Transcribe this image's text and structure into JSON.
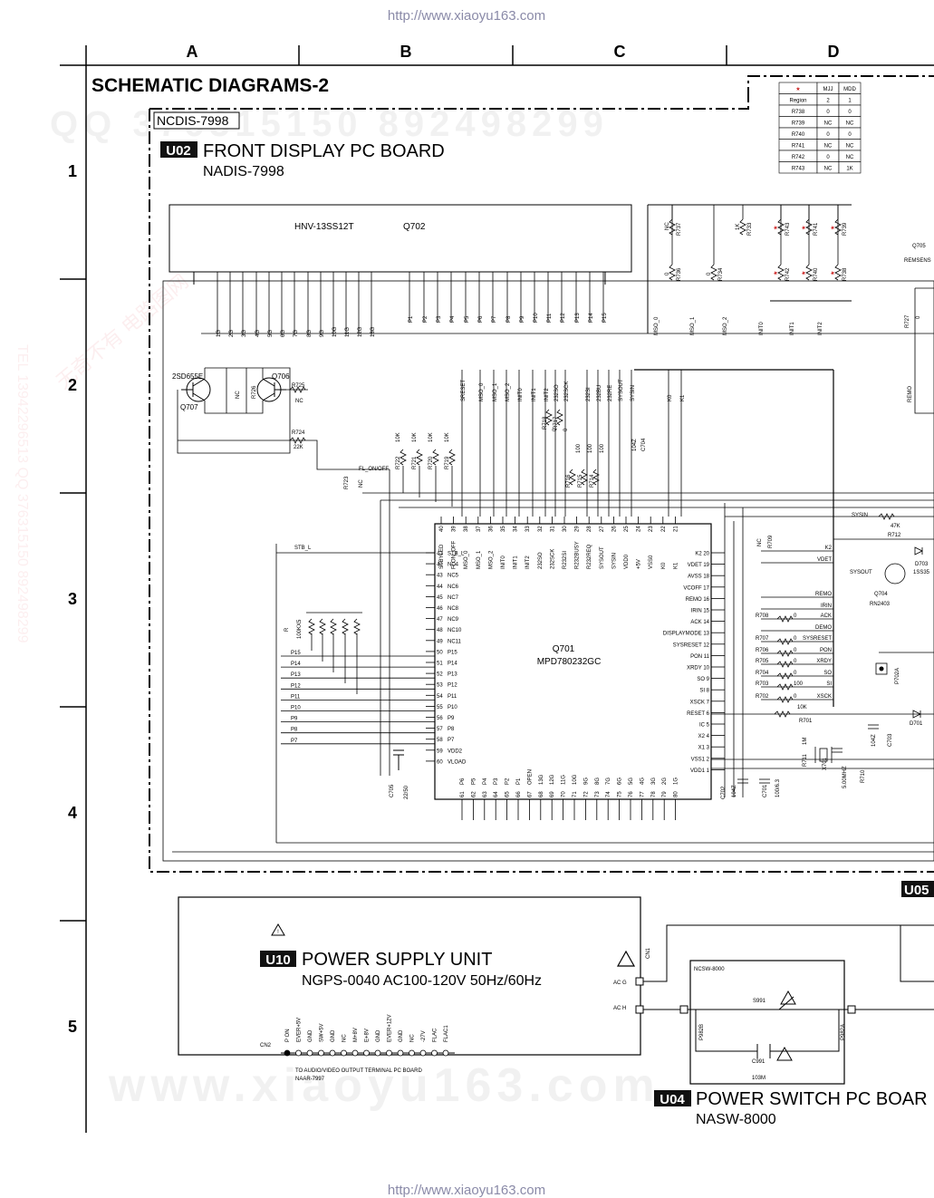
{
  "watermark": {
    "url_top": "http://www.xiaoyu163.com",
    "url_bottom": "http://www.xiaoyu163.com",
    "bg_qq": "QQ 376315150 892498299",
    "bg_domain": "www.xiaoyu163.com",
    "bg_chinese": "无奇不有 电路图网",
    "bg_tel": "TEL 13942296513 QQ 376315150 892498299"
  },
  "grid": {
    "columns": [
      "A",
      "B",
      "C",
      "D"
    ],
    "rows": [
      "1",
      "2",
      "3",
      "4",
      "5"
    ]
  },
  "header": {
    "title": "SCHEMATIC DIAGRAMS-2"
  },
  "front_board": {
    "tag": "NCDIS-7998",
    "badge": "U02",
    "name": "FRONT DISPLAY PC BOARD",
    "model": "NADIS-7998",
    "vfd_name": "HNV-13SS12T",
    "vfd_ref": "Q702",
    "ic_ref": "Q701",
    "ic_name": "MPD780232GC",
    "transistor_q707_ref": "Q707",
    "transistor_q707_type": "2SD655E",
    "transistor_q706": "Q706",
    "q705": "Q705",
    "remsens": "REMSENS",
    "q704": "Q704",
    "rn2403": "RN2403",
    "d703": "D703",
    "d703_type": "1SS35",
    "d701": "D701",
    "p702a": "P702A",
    "fl_on_off": "FL_ON/OFF",
    "stb_l": "STB_L",
    "sysin": "SYSIN",
    "sysout": "SYSOUT",
    "r712": "R712",
    "r712_val": "47K",
    "resistor_pack": "100KX5",
    "r_label": "R",
    "c705": "C705",
    "c705_val": "22/50",
    "c702": "C702",
    "c702_val": "104Z",
    "c701": "C701",
    "c701_val": "100/6.3",
    "x701": "X701",
    "x701_val": "5.00MHZ",
    "r711": "R711",
    "r711_val": "1M",
    "r710": "R710",
    "c703": "C703",
    "c703_val": "104Z",
    "r701": "R701",
    "r701_val": "10K",
    "r724": "R724",
    "r724_val": "22K",
    "r725": "R725",
    "r725_val": "NC",
    "r726": "R726",
    "r726_val": "NC",
    "r723": "R723",
    "r723_val": "NC",
    "c704": "C704",
    "c704_val": "104Z",
    "r727": "R727",
    "r727_val": "0",
    "remo": "REMO",
    "r709": "R709",
    "r709_val": "NC",
    "grids": [
      "1G",
      "2G",
      "3G",
      "4G",
      "5G",
      "6G",
      "7G",
      "8G",
      "9G",
      "10G",
      "11G",
      "12G",
      "13G"
    ],
    "segs": [
      "P1",
      "P2",
      "P3",
      "P4",
      "P5",
      "P6",
      "P7",
      "P8",
      "P9",
      "P10",
      "P11",
      "P12",
      "P13",
      "P14",
      "P15"
    ],
    "p_list_left": [
      "P15",
      "P14",
      "P13",
      "P12",
      "P11",
      "P10",
      "P9",
      "P8",
      "P7"
    ],
    "top_bus": [
      "SRESET",
      "MSO_0",
      "MSO_1",
      "MSO_2",
      "INIT0",
      "INIT1",
      "INIT2",
      "232SO",
      "232SCK",
      "232SI",
      "232BU",
      "232RE",
      "SYSOUT",
      "SYSIN",
      "K0",
      "K1"
    ],
    "pull_res": [
      {
        "ref": "R722",
        "val": "10K"
      },
      {
        "ref": "R721",
        "val": "10K"
      },
      {
        "ref": "R720",
        "val": "10K"
      },
      {
        "ref": "R719",
        "val": "10K"
      }
    ],
    "series_res": [
      {
        "ref": "R718",
        "val": "0"
      },
      {
        "ref": "R717",
        "val": "0"
      },
      {
        "ref": "R716",
        "val": "100"
      },
      {
        "ref": "R715",
        "val": "100"
      },
      {
        "ref": "R714",
        "val": "100"
      }
    ],
    "pullup_top": [
      {
        "ref": "R737",
        "val": "NC"
      },
      {
        "ref": "R736",
        "val": "0"
      },
      {
        "ref": "R733",
        "val": "1K"
      },
      {
        "ref": "R734",
        "val": "0"
      },
      {
        "ref": "R743",
        "val": "★"
      },
      {
        "ref": "R742",
        "val": "★"
      },
      {
        "ref": "R741",
        "val": "★"
      },
      {
        "ref": "R740",
        "val": "★"
      },
      {
        "ref": "R739",
        "val": "★"
      },
      {
        "ref": "R738",
        "val": "★"
      }
    ],
    "msx_labels": [
      "MSO_0",
      "MSO_1",
      "MSO_2",
      "INIT0",
      "INIT1",
      "INIT2"
    ],
    "right_pins": [
      {
        "name": "K2",
        "num": "20"
      },
      {
        "name": "VDET",
        "num": "19"
      },
      {
        "name": "AVSS",
        "num": "18"
      },
      {
        "name": "VCOFF",
        "num": "17"
      },
      {
        "name": "REMO",
        "num": "16"
      },
      {
        "name": "IRIN",
        "num": "15"
      },
      {
        "name": "ACK",
        "num": "14"
      },
      {
        "name": "DISPLAYMODE",
        "num": "13"
      },
      {
        "name": "SYSRESET",
        "num": "12"
      },
      {
        "name": "PON",
        "num": "11"
      },
      {
        "name": "XRDY",
        "num": "10"
      },
      {
        "name": "SO",
        "num": "9"
      },
      {
        "name": "SI",
        "num": "8"
      },
      {
        "name": "XSCK",
        "num": "7"
      },
      {
        "name": "RESET",
        "num": "6"
      },
      {
        "name": "IC",
        "num": "5"
      },
      {
        "name": "X2",
        "num": "4"
      },
      {
        "name": "X1",
        "num": "3"
      },
      {
        "name": "VSS1",
        "num": "2"
      },
      {
        "name": "VDD1",
        "num": "1"
      }
    ],
    "left_pins": [
      {
        "num": "41",
        "name": "STB_L"
      },
      {
        "num": "42",
        "name": "NC4"
      },
      {
        "num": "43",
        "name": "NC5"
      },
      {
        "num": "44",
        "name": "NC6"
      },
      {
        "num": "45",
        "name": "NC7"
      },
      {
        "num": "46",
        "name": "NC8"
      },
      {
        "num": "47",
        "name": "NC9"
      },
      {
        "num": "48",
        "name": "NC10"
      },
      {
        "num": "49",
        "name": "NC11"
      },
      {
        "num": "50",
        "name": "P15"
      },
      {
        "num": "51",
        "name": "P14"
      },
      {
        "num": "52",
        "name": "P13"
      },
      {
        "num": "53",
        "name": "P12"
      },
      {
        "num": "54",
        "name": "P11"
      },
      {
        "num": "55",
        "name": "P10"
      },
      {
        "num": "56",
        "name": "P9"
      },
      {
        "num": "57",
        "name": "P8"
      },
      {
        "num": "58",
        "name": "P7"
      },
      {
        "num": "59",
        "name": "VDD2"
      },
      {
        "num": "60",
        "name": "VLOAD"
      }
    ],
    "top_pins": [
      {
        "num": "40",
        "name": "STBYLED"
      },
      {
        "num": "39",
        "name": "FLON_OFF"
      },
      {
        "num": "38",
        "name": "MSO_0"
      },
      {
        "num": "37",
        "name": "MSO_1"
      },
      {
        "num": "36",
        "name": "MSO_2"
      },
      {
        "num": "35",
        "name": "INIT0"
      },
      {
        "num": "34",
        "name": "INIT1"
      },
      {
        "num": "33",
        "name": "INIT2"
      },
      {
        "num": "32",
        "name": "232SO"
      },
      {
        "num": "31",
        "name": "232SCK"
      },
      {
        "num": "30",
        "name": "R232SI"
      },
      {
        "num": "29",
        "name": "R232BUSY"
      },
      {
        "num": "28",
        "name": "R232REQ"
      },
      {
        "num": "27",
        "name": "SYSOUT"
      },
      {
        "num": "26",
        "name": "SYSIN"
      },
      {
        "num": "25",
        "name": "VDD0"
      },
      {
        "num": "24",
        "name": "+5V"
      },
      {
        "num": "23",
        "name": "VSS0"
      },
      {
        "num": "22",
        "name": "K0"
      },
      {
        "num": "21",
        "name": "K1"
      }
    ],
    "bottom_pins": [
      {
        "num": "61",
        "name": "P6"
      },
      {
        "num": "62",
        "name": "P5"
      },
      {
        "num": "63",
        "name": "P4"
      },
      {
        "num": "64",
        "name": "P3"
      },
      {
        "num": "65",
        "name": "P2"
      },
      {
        "num": "66",
        "name": "P1"
      },
      {
        "num": "67",
        "name": "OPEN"
      },
      {
        "num": "68",
        "name": "13G"
      },
      {
        "num": "69",
        "name": "12G"
      },
      {
        "num": "70",
        "name": "11G"
      },
      {
        "num": "71",
        "name": "10G"
      },
      {
        "num": "72",
        "name": "9G"
      },
      {
        "num": "73",
        "name": "8G"
      },
      {
        "num": "74",
        "name": "7G"
      },
      {
        "num": "75",
        "name": "6G"
      },
      {
        "num": "76",
        "name": "5G"
      },
      {
        "num": "77",
        "name": "4G"
      },
      {
        "num": "78",
        "name": "3G"
      },
      {
        "num": "79",
        "name": "2G"
      },
      {
        "num": "80",
        "name": "1G"
      }
    ],
    "right_nets": [
      {
        "name": "K2",
        "res": "",
        "val": ""
      },
      {
        "name": "VDET",
        "res": "",
        "val": ""
      },
      {
        "name": "REMO",
        "res": "",
        "val": ""
      },
      {
        "name": "IRIN",
        "res": "",
        "val": ""
      },
      {
        "name": "ACK",
        "res": "R708",
        "val": "0"
      },
      {
        "name": "DEMO",
        "res": "",
        "val": ""
      },
      {
        "name": "SYSRESET",
        "res": "R707",
        "val": "0"
      },
      {
        "name": "PON",
        "res": "R706",
        "val": "0"
      },
      {
        "name": "XRDY",
        "res": "R705",
        "val": "0"
      },
      {
        "name": "SO",
        "res": "R704",
        "val": "0"
      },
      {
        "name": "SI",
        "res": "R703",
        "val": "100"
      },
      {
        "name": "XSCK",
        "res": "R702",
        "val": "0"
      }
    ]
  },
  "table": {
    "header": [
      "★",
      "MJJ",
      "MDD"
    ],
    "rows": [
      [
        "Region",
        "2",
        "1"
      ],
      [
        "R738",
        "0",
        "0"
      ],
      [
        "R739",
        "NC",
        "NC"
      ],
      [
        "R740",
        "0",
        "0"
      ],
      [
        "R741",
        "NC",
        "NC"
      ],
      [
        "R742",
        "0",
        "NC"
      ],
      [
        "R743",
        "NC",
        "1K"
      ]
    ]
  },
  "power_unit": {
    "badge": "U10",
    "name": "POWER SUPPLY UNIT",
    "model": "NGPS-0040 AC100-120V 50Hz/60Hz",
    "cn2": "CN2",
    "cn1": "CN1",
    "acg": "AC G",
    "ach": "AC H",
    "pins": [
      "P ON",
      "EVER+5V",
      "GND",
      "SW+5V",
      "GND",
      "NC",
      "M+8V",
      "E+8V",
      "GND",
      "EVER+12V",
      "GND",
      "NC",
      "-27V",
      "FLAC",
      "FLAC1"
    ],
    "note1": "TO AUDIO/VIDEO OUTPUT TERMINAL PC BOARD",
    "note2": "NAAR-7997"
  },
  "switch_board": {
    "badge": "U04",
    "name": "POWER SWITCH PC BOAR",
    "model": "NASW-8000",
    "tag": "NCSW-8000",
    "s991": "S991",
    "c991": "C991",
    "c991_val": "103M",
    "p982b": "P982B",
    "p982a": "P982A"
  },
  "u05_badge": "U05"
}
